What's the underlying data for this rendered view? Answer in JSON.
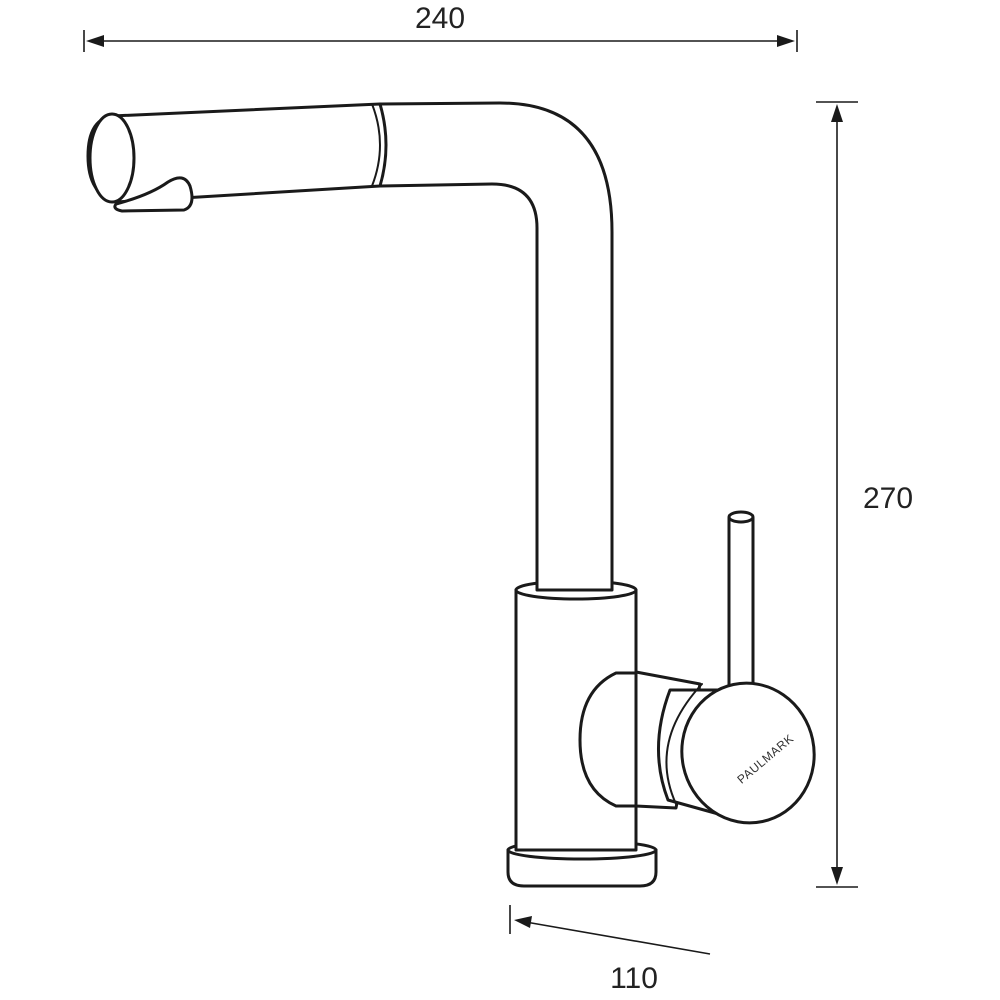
{
  "diagram": {
    "dimensions": {
      "width": "240",
      "height": "270",
      "reach": "110"
    },
    "brand": "PAULMARK",
    "colors": {
      "line": "#1a1a1a",
      "background": "#ffffff"
    }
  }
}
